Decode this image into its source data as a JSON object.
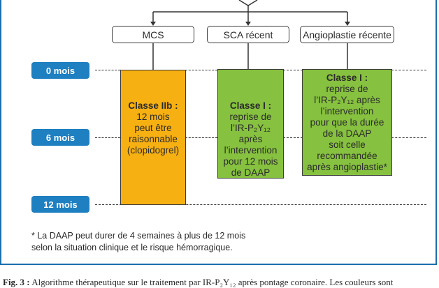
{
  "headers": [
    "MCS",
    "SCA récent",
    "Angioplastie récente"
  ],
  "time_points": [
    "0 mois",
    "6 mois",
    "12 mois"
  ],
  "boxes": {
    "mcs": {
      "title": "Classe IIb :",
      "lines": [
        "12 mois",
        "peut être",
        "raisonnable",
        "(clopidogrel)"
      ]
    },
    "sca": {
      "title": "Classe I :",
      "lines": [
        "reprise de",
        "l’IR-P₂Y₁₂",
        "après",
        "l’intervention",
        "pour 12 mois",
        "de DAAP"
      ]
    },
    "angio": {
      "title": "Classe I :",
      "lines": [
        "reprise de",
        "l’IR-P₂Y₁₂ après",
        "l’intervention",
        "pour que la durée",
        "de la DAAP",
        "soit celle",
        "recommandée",
        "après angioplastie*"
      ]
    }
  },
  "footnote": {
    "line1": "* La DAAP peut durer de 4 semaines à plus de 12 mois",
    "line2": "selon la situation clinique et le risque hémorragique."
  },
  "caption": {
    "label": "Fig. 3 :",
    "text": "Algorithme thérapeutique sur le traitement par IR-P₂Y₁₂ après pontage coronaire. Les couleurs sont"
  },
  "colors": {
    "orange": "#f7b012",
    "green": "#86c13f",
    "time_blue": "#1e7fc1",
    "frame_blue": "#1c6fae"
  }
}
